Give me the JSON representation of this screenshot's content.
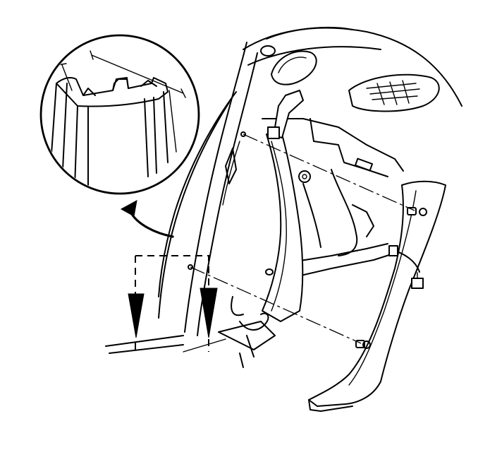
{
  "figure": {
    "colors": {
      "line": "#000000",
      "background": "#ffffff"
    },
    "parts": [
      "detail-view-circle",
      "curved-callout-arrow",
      "body-pillar-structure",
      "trim-panel",
      "rear-window-opening",
      "fastener-leader-lines",
      "clip-retainers",
      "wire-harness-connector",
      "dashed-removal-direction-box",
      "removal-direction-arrows"
    ]
  }
}
